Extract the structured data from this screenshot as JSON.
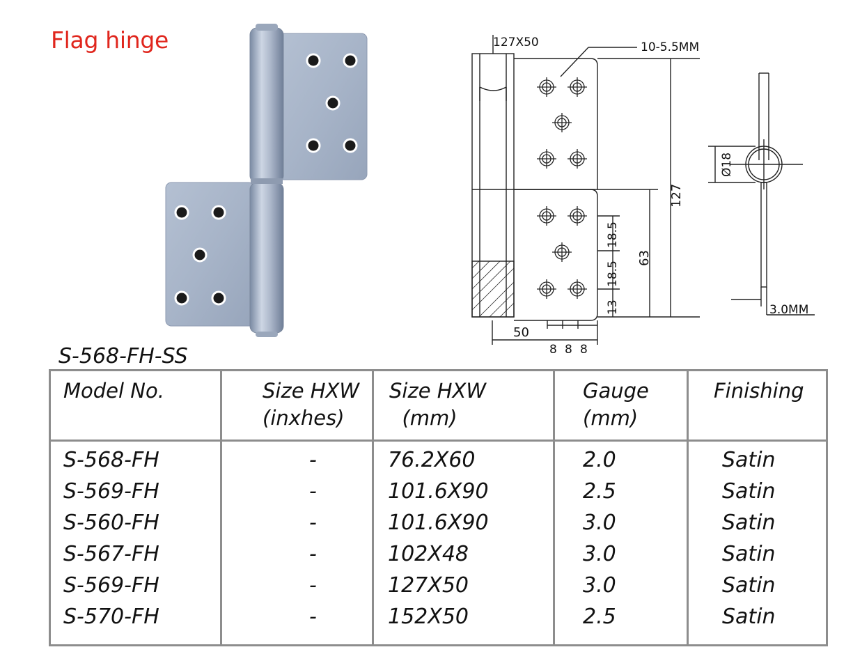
{
  "page": {
    "title": "Flag hinge",
    "model_heading": "S-568-FH-SS"
  },
  "drawing": {
    "size_label": "127X50",
    "hole_label": "10-5.5MM",
    "height_dim": "127",
    "lower_leaf_dim": "63",
    "hole_pitch_1": "18.5",
    "hole_pitch_2": "18.5",
    "bottom_offset": "13",
    "width_dim": "50",
    "spacing_1": "8",
    "spacing_2": "8",
    "spacing_3": "8",
    "knuckle_dia": "Ø18",
    "thickness": "3.0MM"
  },
  "table": {
    "headers": {
      "model": "Model No.",
      "size_in_1": "Size HXW",
      "size_in_2": "(inxhes)",
      "size_mm_1": "Size HXW",
      "size_mm_2": "(mm)",
      "gauge_1": "Gauge",
      "gauge_2": "(mm)",
      "finishing": "Finishing"
    },
    "rows": [
      {
        "model": "S-568-FH",
        "size_in": "-",
        "size_mm": "76.2X60",
        "gauge": "2.0",
        "finish": "Satin"
      },
      {
        "model": "S-569-FH",
        "size_in": "-",
        "size_mm": "101.6X90",
        "gauge": "2.5",
        "finish": "Satin"
      },
      {
        "model": "S-560-FH",
        "size_in": "-",
        "size_mm": "101.6X90",
        "gauge": "3.0",
        "finish": "Satin"
      },
      {
        "model": "S-567-FH",
        "size_in": "-",
        "size_mm": "102X48",
        "gauge": "3.0",
        "finish": "Satin"
      },
      {
        "model": "S-569-FH",
        "size_in": "-",
        "size_mm": "127X50",
        "gauge": "3.0",
        "finish": "Satin"
      },
      {
        "model": "S-570-FH",
        "size_in": "-",
        "size_mm": "152X50",
        "gauge": "2.5",
        "finish": "Satin"
      }
    ]
  }
}
